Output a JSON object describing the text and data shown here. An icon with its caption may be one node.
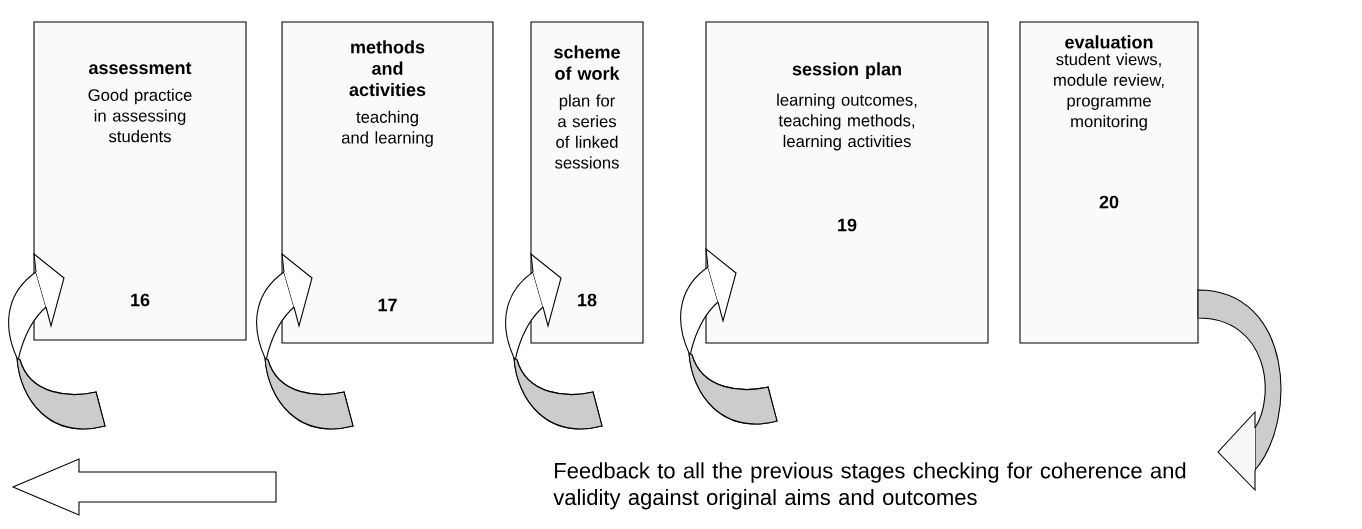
{
  "diagram": {
    "nodes": [
      {
        "text": [
          "assessment",
          "Good practice in assessing students",
          "16"
        ]
      },
      {
        "text": [
          "methods and activities",
          "teaching and learning",
          "17"
        ]
      },
      {
        "text": [
          "scheme of work",
          "plan for a series of linked sessions",
          "18"
        ]
      },
      {
        "text": [
          "session plan",
          "learning outcomes, teaching methods, learning activities",
          "19"
        ]
      },
      {
        "text": [
          "evaluation",
          "student views, module review, programme monitoring",
          "20"
        ]
      }
    ],
    "edges": [
      {
        "from": null,
        "to": 0,
        "arrow": "to"
      },
      {
        "from": null,
        "to": 1,
        "arrow": "to"
      },
      {
        "from": null,
        "to": 2,
        "arrow": "to"
      },
      {
        "from": null,
        "to": 3,
        "arrow": "to"
      },
      {
        "from": 4,
        "to": null,
        "arrow": "to"
      }
    ],
    "labels": [
      "Feedback to all the previous stages checking for coherence and validity against original aims and outcomes"
    ]
  }
}
